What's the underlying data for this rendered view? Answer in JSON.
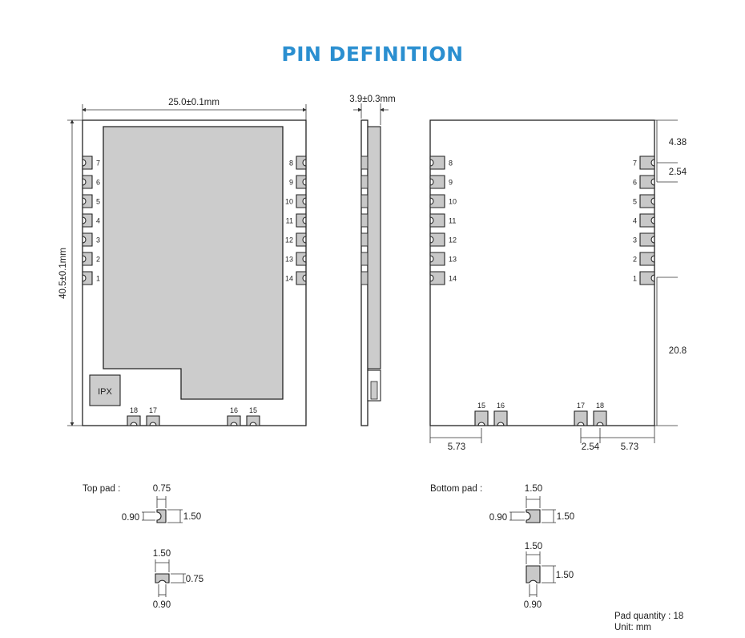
{
  "title": "PIN DEFINITION",
  "top_view": {
    "width_label": "25.0±0.1mm",
    "height_label": "40.5±0.1mm",
    "ipx_label": "IPX",
    "left_pins": [
      "7",
      "6",
      "5",
      "4",
      "3",
      "2",
      "1"
    ],
    "right_pins": [
      "8",
      "9",
      "10",
      "11",
      "12",
      "13",
      "14"
    ],
    "bottom_pins": [
      "18",
      "17",
      "16",
      "15"
    ]
  },
  "side_view": {
    "thickness_label": "3.9±0.3mm"
  },
  "bottom_view": {
    "left_pins": [
      "8",
      "9",
      "10",
      "11",
      "12",
      "13",
      "14"
    ],
    "right_pins": [
      "7",
      "6",
      "5",
      "4",
      "3",
      "2",
      "1"
    ],
    "bottom_pins": [
      "15",
      "16",
      "17",
      "18"
    ],
    "dim_top": "4.38",
    "dim_pitch": "2.54",
    "dim_lower": "20.8",
    "dim_left": "5.73",
    "dim_gap": "2.54",
    "dim_right": "5.73"
  },
  "top_pad": {
    "label": "Top pad :",
    "side_w": "0.75",
    "side_inner": "0.90",
    "side_h": "1.50",
    "bottom_w": "1.50",
    "bottom_h": "0.75",
    "bottom_inner": "0.90"
  },
  "bottom_pad": {
    "label": "Bottom pad :",
    "side_w": "1.50",
    "side_inner": "0.90",
    "side_h": "1.50",
    "bottom_w": "1.50",
    "bottom_h": "1.50",
    "bottom_inner": "0.90"
  },
  "notes": {
    "pad_quantity": "Pad quantity : 18",
    "unit": "Unit:  mm"
  },
  "colors": {
    "title": "#2b8fd0",
    "pad_fill": "#c8c8c8",
    "shield_fill": "#cccccc",
    "line": "#222222"
  }
}
